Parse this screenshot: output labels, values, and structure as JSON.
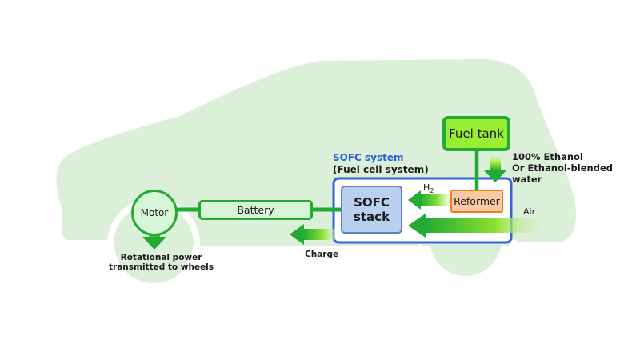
{
  "diagram": {
    "title": "SOFC fuel cell vehicle system",
    "colors": {
      "car_silhouette": "#dcefd9",
      "flow_green": "#22aa33",
      "flow_light": "#b6f23a",
      "system_border": "#3366dd",
      "fuel_tank_fill": "#99ee33",
      "reformer_fill": "#fbc9a3",
      "reformer_border": "#ee7a22",
      "stack_fill": "#b9d0ee",
      "battery_fill": "#d7f6d7"
    },
    "sofc_system": {
      "title": "SOFC system",
      "subtitle": "(Fuel cell system)"
    },
    "nodes": {
      "fuel_tank": "Fuel tank",
      "reformer": "Reformer",
      "sofc_stack_line1": "SOFC",
      "sofc_stack_line2": "stack",
      "battery": "Battery",
      "motor": "Motor"
    },
    "flows": {
      "h2_main": "H",
      "h2_sub": "2",
      "air": "Air",
      "ethanol_line1": "100% Ethanol",
      "ethanol_line2": "Or Ethanol-blended",
      "ethanol_line3": "water",
      "charge": "Charge",
      "rotation_line1": "Rotational power",
      "rotation_line2": "transmitted to wheels"
    },
    "edges": [
      {
        "from": "Fuel tank",
        "to": "Reformer",
        "type": "line"
      },
      {
        "from": "Ethanol",
        "to": "Reformer",
        "type": "arrow"
      },
      {
        "from": "Reformer",
        "to": "SOFC stack",
        "label": "H2",
        "type": "arrow"
      },
      {
        "from": "Air",
        "to": "SOFC stack",
        "type": "arrow"
      },
      {
        "from": "SOFC stack",
        "to": "Battery",
        "type": "line"
      },
      {
        "from": "SOFC system",
        "to": "Battery",
        "label": "Charge",
        "type": "arrow"
      },
      {
        "from": "Battery",
        "to": "Motor",
        "type": "line"
      },
      {
        "from": "Motor",
        "to": "Wheels",
        "label": "Rotational power transmitted to wheels",
        "type": "arrow"
      }
    ]
  }
}
